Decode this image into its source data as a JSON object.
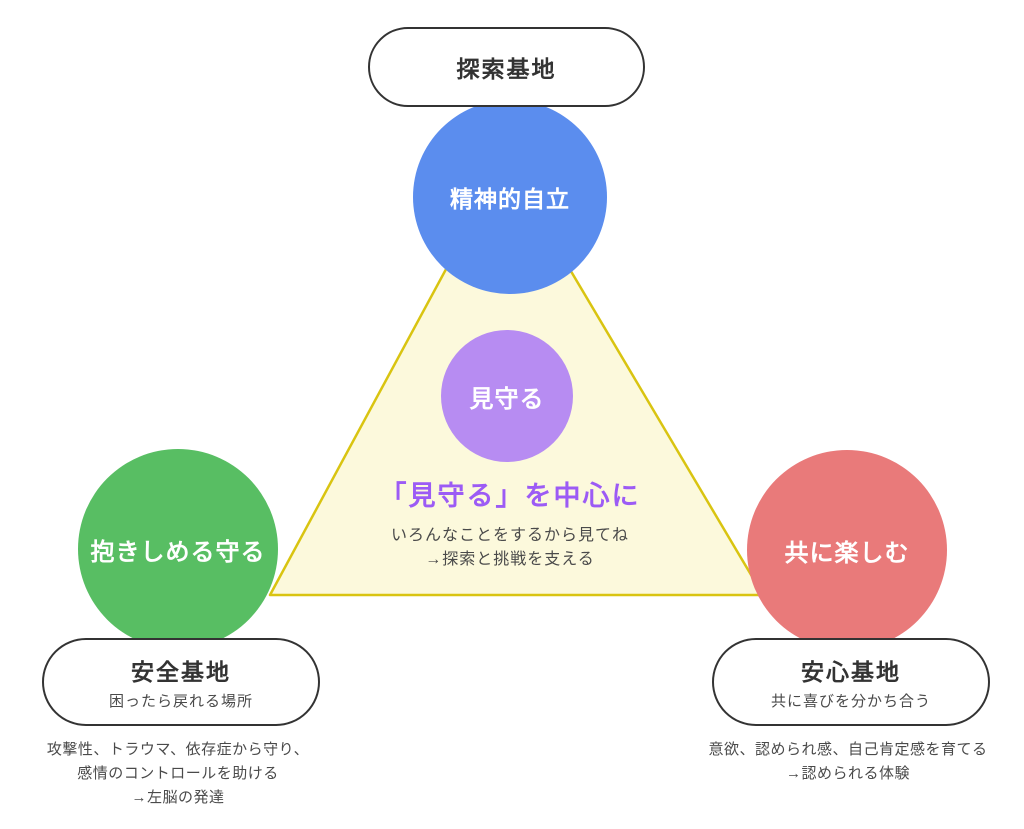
{
  "colors": {
    "blue": "#5b8dee",
    "green": "#58be63",
    "red": "#e97a7a",
    "purple": "#b78cf2",
    "purple-text": "#9c5bf5",
    "triangle-fill": "#fcf9dc",
    "triangle-stroke": "#d9c411",
    "ink": "#333333",
    "sub-ink": "#4a4a4a",
    "bg": "#ffffff"
  },
  "top": {
    "pill_label": "探索基地",
    "circle_label": "精神的自立"
  },
  "center": {
    "circle_label": "見守る",
    "heading": "「見守る」を中心に",
    "line1": "いろんなことをするから見てね",
    "line2": "→探索と挑戦を支える"
  },
  "left": {
    "circle_label": "抱きしめる守る",
    "pill_title": "安全基地",
    "pill_subtitle": "困ったら戻れる場所",
    "desc_line1": "攻撃性、トラウマ、依存症から守り、",
    "desc_line2": "感情のコントロールを助ける",
    "desc_line3": "→左脳の発達"
  },
  "right": {
    "circle_label": "共に楽しむ",
    "pill_title": "安心基地",
    "pill_subtitle": "共に喜びを分かち合う",
    "desc_line1": "意欲、認められ感、自己肯定感を育てる",
    "desc_line2": "→認められる体験"
  }
}
